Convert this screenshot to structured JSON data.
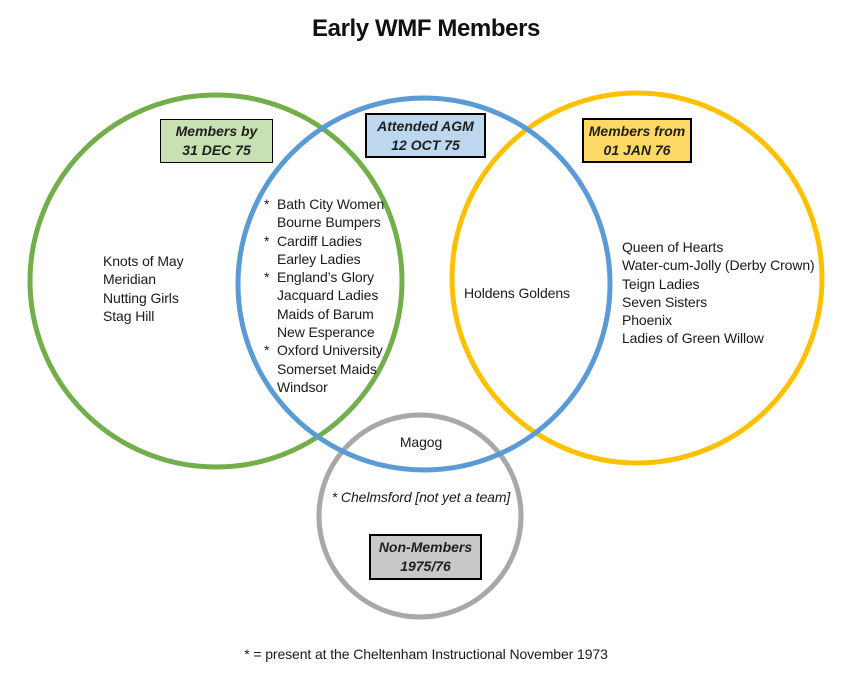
{
  "title": "Early WMF Members",
  "colors": {
    "members_by_ring": "#72ae4a",
    "attended_agm_ring": "#5b9bd5",
    "members_from_ring": "#ffc000",
    "non_members_ring": "#a8a8a8",
    "members_by_fill": "#c9e0b3",
    "attended_agm_fill": "#bdd7ee",
    "members_from_fill": "#ffd966",
    "non_members_fill": "#c8c8c8"
  },
  "labels": {
    "members_by": {
      "line1": "Members by",
      "line2": "31 DEC 75"
    },
    "attended_agm": {
      "line1": "Attended AGM",
      "line2": "12 OCT 75"
    },
    "members_from": {
      "line1": "Members from",
      "line2": "01 JAN 76"
    },
    "non_members": {
      "line1": "Non-Members",
      "line2": "1975/76"
    }
  },
  "groups": {
    "members_only": [
      "Knots of May",
      "Meridian",
      "Nutting Girls",
      "Stag Hill"
    ],
    "members_and_agm": [
      {
        "star": "*",
        "name": "Bath City Women"
      },
      {
        "star": "",
        "name": "Bourne Bumpers"
      },
      {
        "star": "*",
        "name": "Cardiff Ladies"
      },
      {
        "star": "",
        "name": "Earley Ladies"
      },
      {
        "star": "*",
        "name": "England’s Glory"
      },
      {
        "star": "",
        "name": "Jacquard Ladies"
      },
      {
        "star": "",
        "name": "Maids of Barum"
      },
      {
        "star": "",
        "name": "New Esperance"
      },
      {
        "star": "*",
        "name": "Oxford University"
      },
      {
        "star": "",
        "name": "Somerset Maids"
      },
      {
        "star": "",
        "name": "Windsor"
      }
    ],
    "agm_and_new_members": [
      "Holdens Goldens"
    ],
    "new_members_only": [
      "Queen of Hearts",
      "Water-cum-Jolly (Derby Crown)",
      "Teign Ladies",
      "Seven Sisters",
      "Phoenix",
      "Ladies of Green Willow"
    ],
    "agm_and_non_members": [
      "Magog"
    ],
    "non_members_only": [
      "* Chelmsford [not yet a team]"
    ]
  },
  "footnote": "* = present at the Cheltenham Instructional November 1973"
}
